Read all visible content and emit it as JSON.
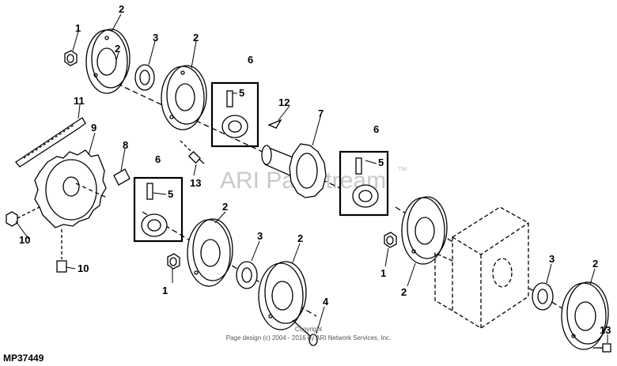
{
  "callouts": [
    "1",
    "2",
    "3",
    "4",
    "5",
    "6",
    "7",
    "8",
    "9",
    "10",
    "11",
    "12",
    "13"
  ],
  "watermark": {
    "brand": "ARI PartStream",
    "trademark": "™"
  },
  "footer": {
    "copyright": "Copyright",
    "page_design": "Page design (c) 2004 - 2016 by ARI Network Services, Inc."
  },
  "figure_id": "MP37449"
}
